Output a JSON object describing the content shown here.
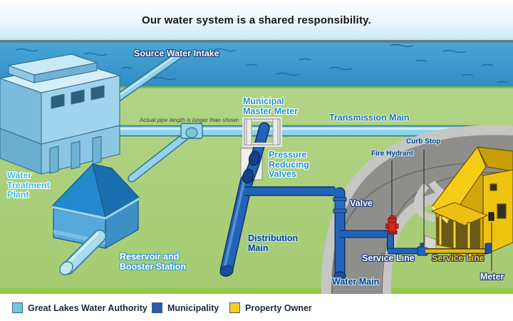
{
  "title": "Our water system is a shared responsibility.",
  "diagram": {
    "note": "Actual pipe length is longer than shown",
    "labels": {
      "source_water_intake": "Source Water Intake",
      "municipal_master_meter": "Municipal\nMaster Meter",
      "transmission_main": "Transmission Main",
      "pressure_reducing_valves": "Pressure\nReducing\nValves",
      "water_treatment_plant": "Water\nTreatment\nPlant",
      "reservoir_booster_station": "Reservoir and\nBooster Station",
      "distribution_main": "Distribution\nMain",
      "valve": "Valve",
      "fire_hydrant": "Fire Hydrant",
      "curb_stop": "Curb Stop",
      "water_main": "Water Main",
      "service_line_municipal": "Service Line",
      "service_line_owner": "Service Line",
      "meter": "Meter"
    }
  },
  "legend": {
    "items": [
      {
        "label": "Great Lakes Water Authority",
        "color": "#6fc7e7"
      },
      {
        "label": "Municipality",
        "color": "#2b5cab"
      },
      {
        "label": "Property Owner",
        "color": "#f4d01a"
      }
    ]
  },
  "colors": {
    "water": "#3f9ecf",
    "grass": "#abd07c",
    "authority_pipe": "#8fd2ea",
    "municipality_pipe": "#2263b8",
    "owner_line": "#ddbb17"
  }
}
